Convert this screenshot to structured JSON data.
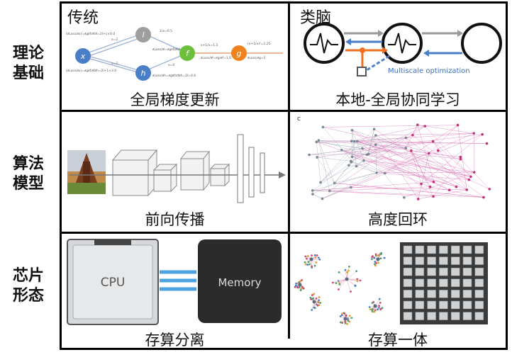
{
  "row_labels": [
    {
      "line1": "理论",
      "line2": "基础"
    },
    {
      "line1": "算法",
      "line2": "模型"
    },
    {
      "line1": "芯片",
      "line2": "形态"
    }
  ],
  "panels": {
    "traditional": {
      "title": "传统",
      "caption": "全局梯度更新",
      "nodes": [
        "x",
        "l",
        "h",
        "f",
        "g"
      ]
    },
    "brain_inspired": {
      "title": "类脑",
      "caption": "本地-全局协同学习",
      "annotation": "Multiscale optimization"
    },
    "forward": {
      "caption": "前向传播"
    },
    "recurrent": {
      "caption": "高度回环",
      "panel_letter": "c"
    },
    "separated": {
      "caption": "存算分离",
      "cpu_label": "CPU",
      "memory_label": "Memory"
    },
    "integrated": {
      "caption": "存算一体"
    }
  }
}
